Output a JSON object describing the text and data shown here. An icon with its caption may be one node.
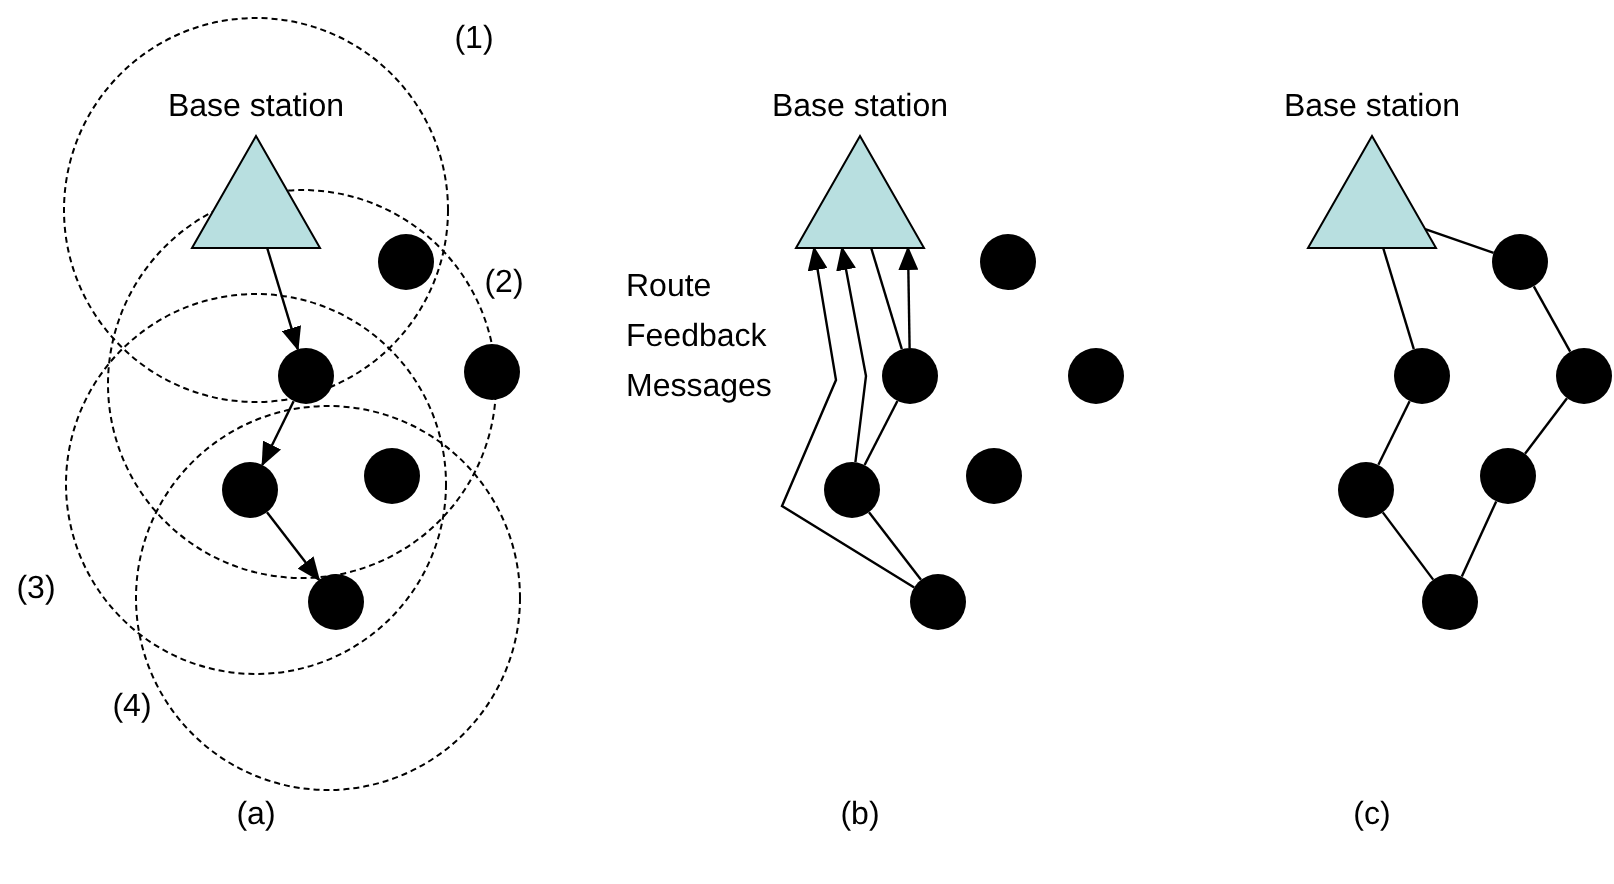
{
  "diagram": {
    "nodes": [
      {
        "text": [
          "Base station"
        ]
      },
      {
        "text": [],
        "shape": "circle"
      },
      {
        "text": [],
        "shape": "circle"
      },
      {
        "text": [],
        "shape": "circle"
      },
      {
        "text": [],
        "shape": "circle"
      },
      {
        "text": [],
        "shape": "circle"
      },
      {
        "text": [],
        "shape": "circle"
      },
      {
        "text": [
          "Base station"
        ]
      },
      {
        "text": [],
        "shape": "circle"
      },
      {
        "text": [],
        "shape": "circle"
      },
      {
        "text": [],
        "shape": "circle"
      },
      {
        "text": [],
        "shape": "circle"
      },
      {
        "text": [],
        "shape": "circle"
      },
      {
        "text": [],
        "shape": "circle"
      },
      {
        "text": [
          "Base station"
        ]
      },
      {
        "text": [],
        "shape": "circle"
      },
      {
        "text": [],
        "shape": "circle"
      },
      {
        "text": [],
        "shape": "circle"
      },
      {
        "text": [],
        "shape": "circle"
      },
      {
        "text": [],
        "shape": "circle"
      },
      {
        "text": [],
        "shape": "circle"
      }
    ],
    "edges": [
      {
        "from": 0,
        "to": 2,
        "arrow": "to"
      },
      {
        "from": 2,
        "to": 4,
        "arrow": "to"
      },
      {
        "from": 4,
        "to": 6,
        "arrow": "to"
      },
      {
        "from": 7,
        "to": 9,
        "arrow": "none"
      },
      {
        "from": 9,
        "to": 11,
        "arrow": "none"
      },
      {
        "from": 11,
        "to": 13,
        "arrow": "none"
      },
      {
        "from": 13,
        "to": 7,
        "arrow": "to"
      },
      {
        "from": 11,
        "to": 7,
        "arrow": "to"
      },
      {
        "from": 9,
        "to": 7,
        "arrow": "to"
      },
      {
        "from": 14,
        "to": 16,
        "arrow": "none"
      },
      {
        "from": 14,
        "to": 15,
        "arrow": "none"
      },
      {
        "from": 15,
        "to": 17,
        "arrow": "none"
      },
      {
        "from": 16,
        "to": 18,
        "arrow": "none"
      },
      {
        "from": 18,
        "to": 20,
        "arrow": "none"
      },
      {
        "from": 17,
        "to": 19,
        "arrow": "none"
      },
      {
        "from": 19,
        "to": 20,
        "arrow": "none"
      }
    ],
    "labels": [
      "(1)",
      "(2)",
      "(3)",
      "(4)",
      "Route Feedback Messages",
      "(a)",
      "(b)",
      "(c)"
    ]
  }
}
